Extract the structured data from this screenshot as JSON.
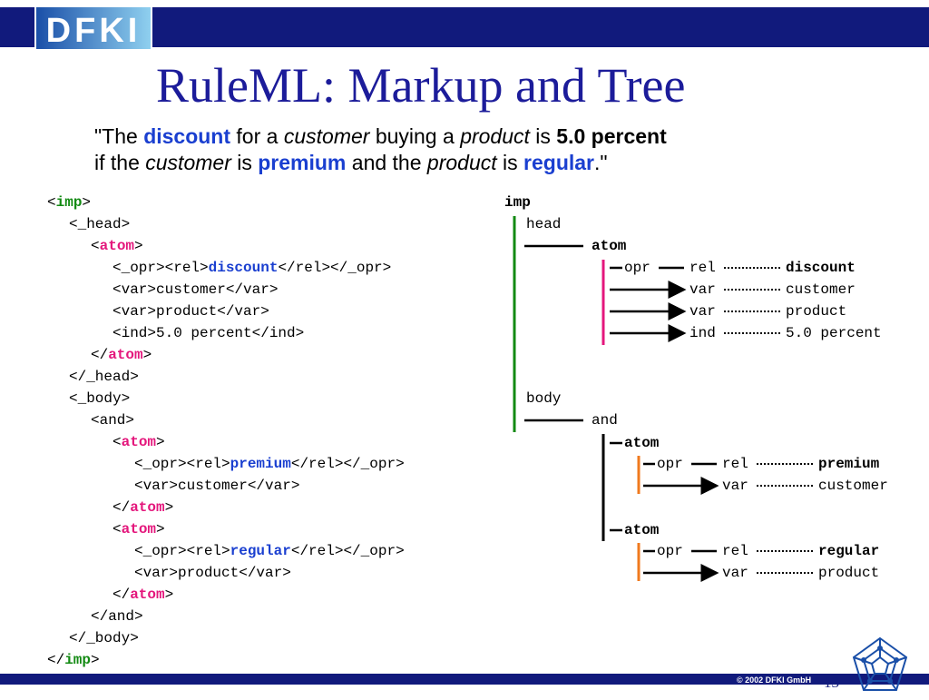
{
  "logo_text": "DFKI",
  "title": "RuleML: Markup and Tree",
  "sentence": {
    "p1": "\"The ",
    "discount": "discount",
    "p2": " for a ",
    "customer": "customer",
    "p3": " buying a ",
    "product": "product",
    "p4": " is ",
    "percent": "5.0 percent",
    "p5": "if the ",
    "customer2": "customer",
    "p6": " is ",
    "premium": "premium",
    "p7": " and the ",
    "product2": "product",
    "p8": " is ",
    "regular": "regular",
    "p9": ".\""
  },
  "xml": {
    "imp": "imp",
    "head_open": "<_head>",
    "atom": "atom",
    "opr_open": "<_opr><rel>",
    "opr_close": "</rel></_opr>",
    "discount": "discount",
    "var_customer": "<var>customer</var>",
    "var_product": "<var>product</var>",
    "ind": "<ind>5.0 percent</ind>",
    "head_close": "</_head>",
    "body_open": "<_body>",
    "and_open": "<and>",
    "premium": "premium",
    "regular": "regular",
    "and_close": "</and>",
    "body_close": "</_body>"
  },
  "tree": {
    "imp": "imp",
    "head": "head",
    "atom": "atom",
    "opr": "opr",
    "rel": "rel",
    "var": "var",
    "ind": "ind",
    "body": "body",
    "and": "and",
    "discount": "discount",
    "customer": "customer",
    "product": "product",
    "percent": "5.0 percent",
    "premium": "premium",
    "regular": "regular"
  },
  "footer": {
    "copyright": "© 2002 DFKI GmbH",
    "page": "13"
  },
  "colors": {
    "navy": "#111a7c",
    "green": "#138a13",
    "magenta": "#e4177c",
    "orange": "#f07a1e",
    "blue": "#1a3fd0"
  }
}
